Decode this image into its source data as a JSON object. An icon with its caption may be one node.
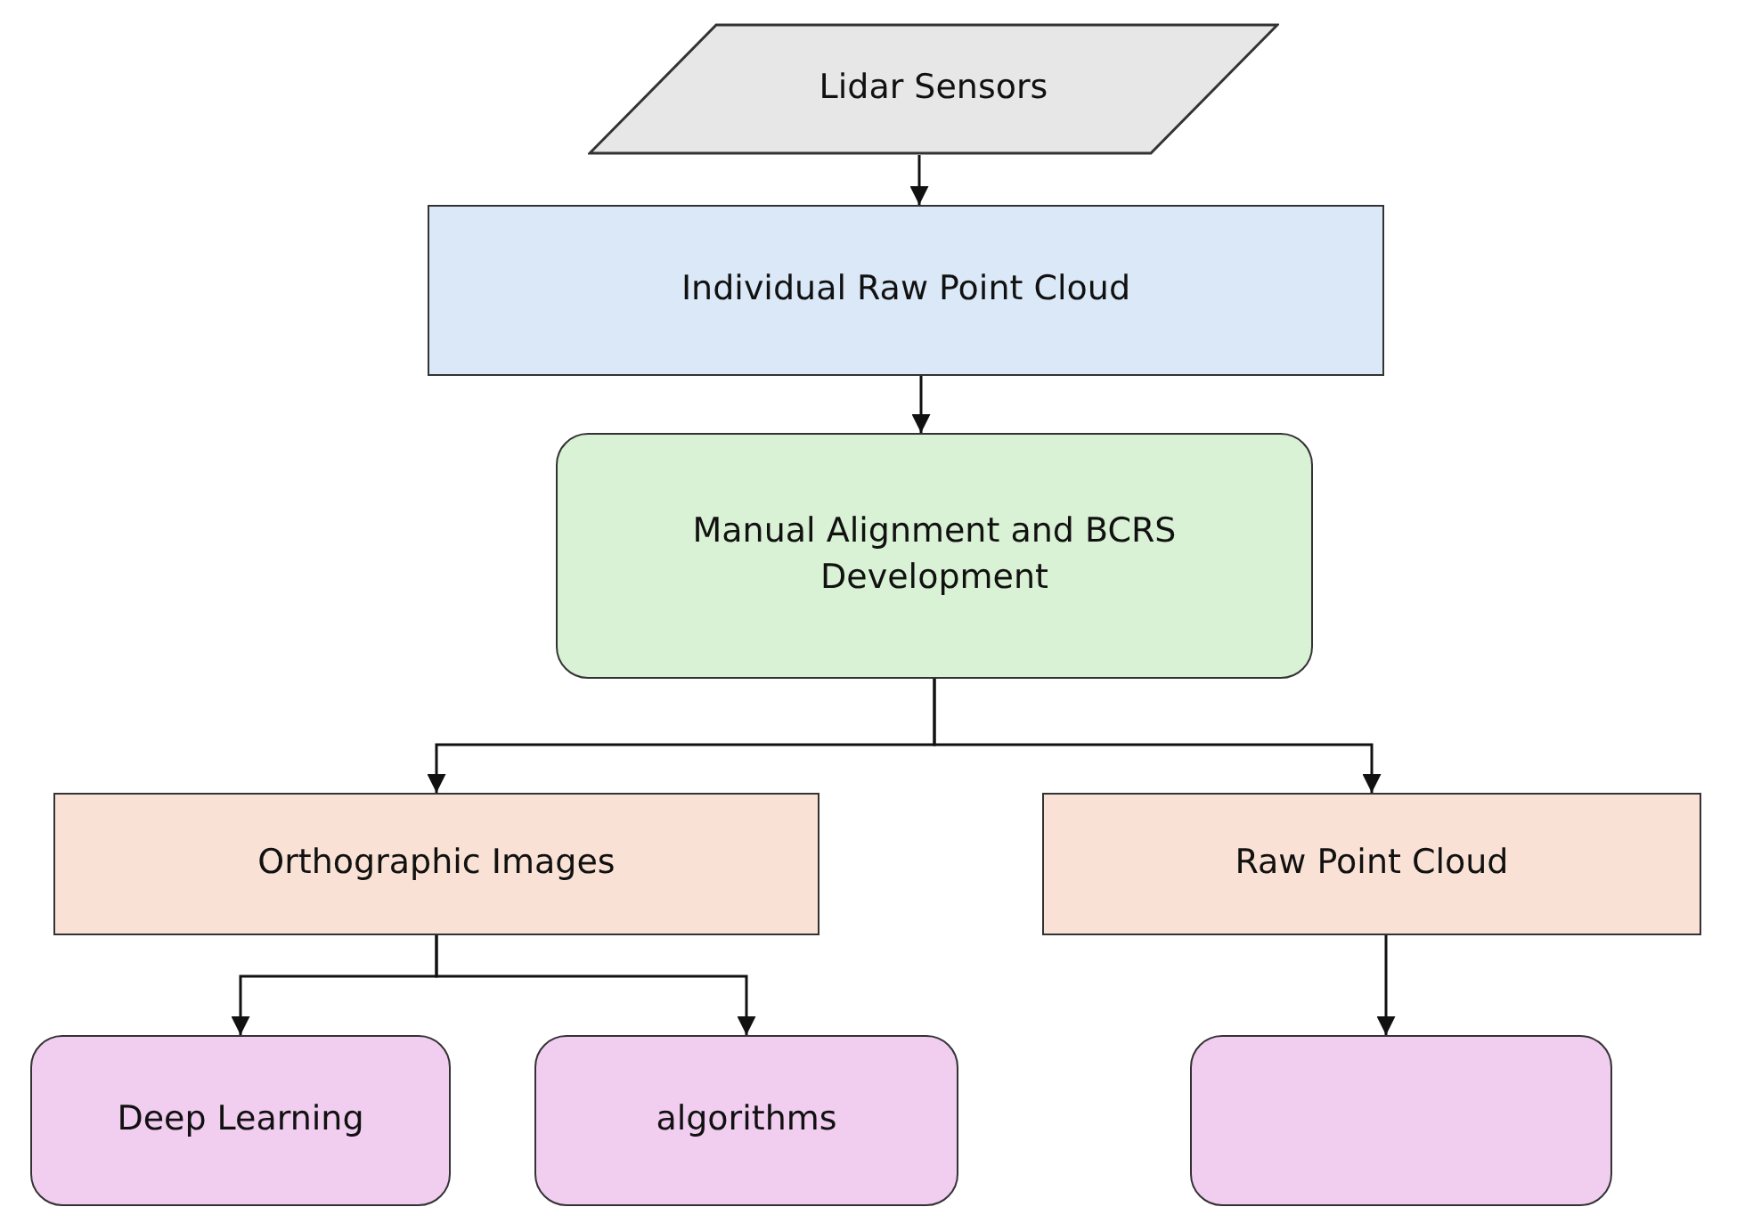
{
  "diagram": {
    "nodes": [
      {
        "text": [
          "Lidar Sensors"
        ]
      },
      {
        "text": [
          "Individual Raw Point Cloud"
        ]
      },
      {
        "text": [
          "Manual Alignment and BCRS Development"
        ]
      },
      {
        "text": [
          "Orthographic Images"
        ]
      },
      {
        "text": [
          "Raw Point Cloud"
        ]
      },
      {
        "text": [
          "Deep Learning"
        ]
      },
      {
        "text": [
          "algorithms"
        ]
      },
      {
        "text": [],
        "shape": "box"
      }
    ],
    "edges": [
      {
        "from": 0,
        "to": 1,
        "arrow": "to"
      },
      {
        "from": 1,
        "to": 2,
        "arrow": "to"
      },
      {
        "from": 2,
        "to": 3,
        "arrow": "to"
      },
      {
        "from": 2,
        "to": 4,
        "arrow": "to"
      },
      {
        "from": 3,
        "to": 5,
        "arrow": "to"
      },
      {
        "from": 3,
        "to": 6,
        "arrow": "to"
      },
      {
        "from": 4,
        "to": 7,
        "arrow": "to"
      }
    ]
  }
}
